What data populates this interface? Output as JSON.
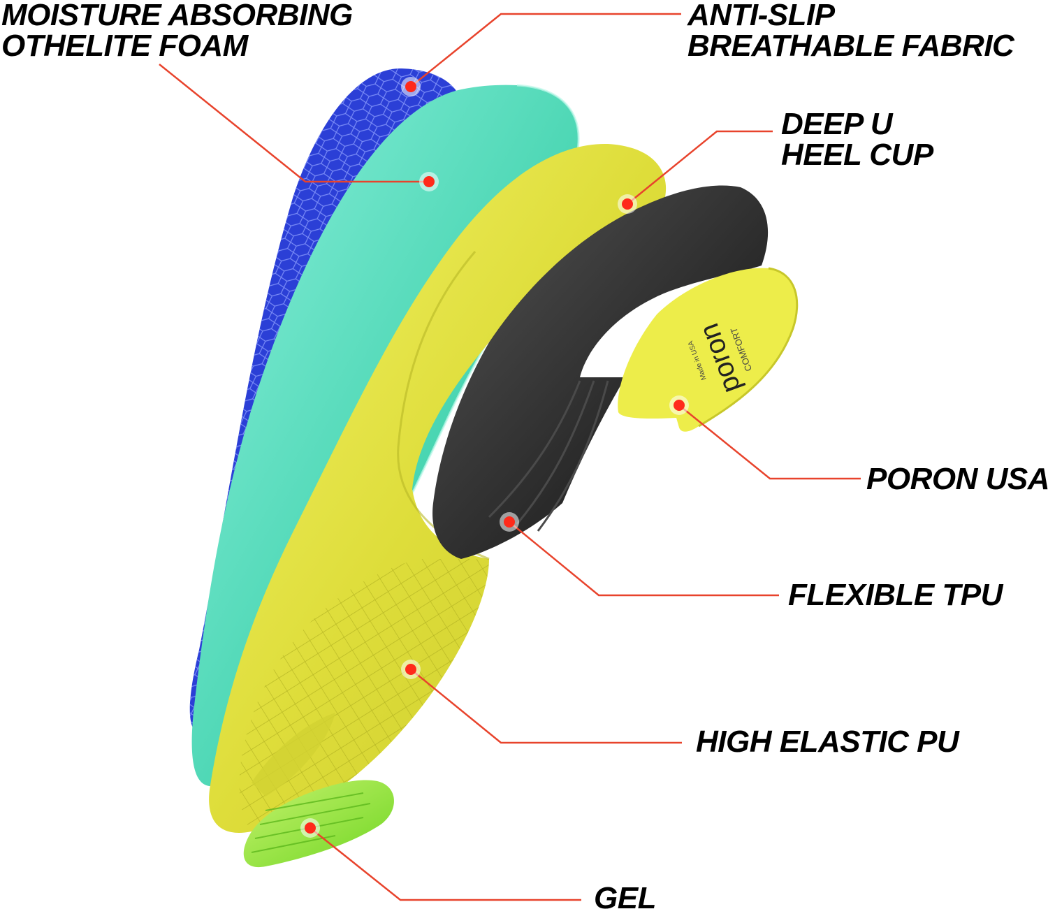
{
  "labels": {
    "moisture": {
      "line1": "MOISTURE ABSORBING",
      "line2": "OTHELITE FOAM"
    },
    "antislip": {
      "line1": "ANTI-SLIP",
      "line2": "BREATHABLE FABRIC"
    },
    "heelcup": {
      "line1": "DEEP U",
      "line2": "HEEL CUP"
    },
    "poron": {
      "line1": "PORON USA"
    },
    "tpu": {
      "line1": "FLEXIBLE TPU"
    },
    "pu": {
      "line1": "HIGH ELASTIC PU"
    },
    "gel": {
      "line1": "GEL"
    }
  },
  "poron_pad": {
    "brand": "poron",
    "sub1": "COMFORT",
    "sub2": "Made in USA"
  },
  "colors": {
    "callout_line": "#e8432c",
    "callout_dot": "#ff2a1a",
    "mesh_layer": "#2b3fd6",
    "foam_layer": "#5fe0c0",
    "pu_layer": "#e3e33c",
    "tpu_shell": "#2e2e2e",
    "poron_pad": "#eded4a",
    "gel_pad": "#8fe83a"
  }
}
